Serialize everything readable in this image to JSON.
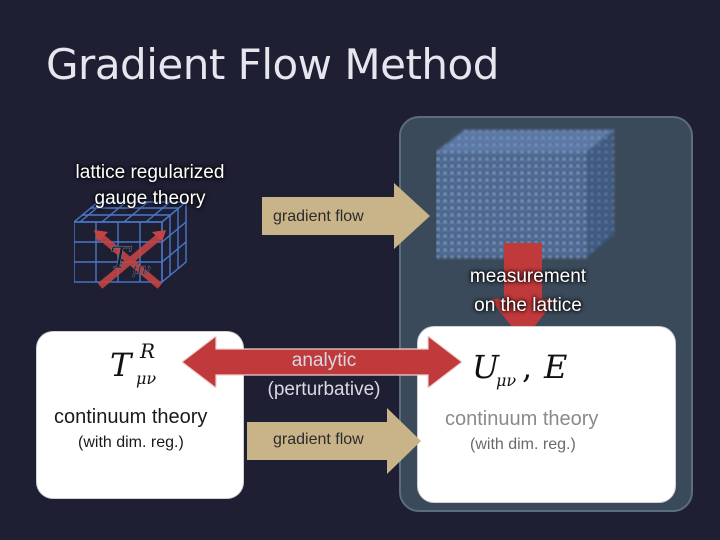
{
  "title": "Gradient Flow Method",
  "lattice_label": [
    "lattice regularized",
    "gauge theory"
  ],
  "measurement_label": [
    "measurement",
    "on the lattice"
  ],
  "gradient_flow_top": "gradient  flow",
  "gradient_flow_bottom": "gradient  flow",
  "analytic_label": [
    "analytic",
    "(perturbative)"
  ],
  "left_box": {
    "main": "continuum theory",
    "sub": "(with dim. reg.)"
  },
  "right_box": {
    "main": "continuum theory",
    "sub": "(with dim. reg.)"
  },
  "colors": {
    "background": "#1f1f33",
    "panel": "#3a4a5a",
    "arrow_tan": "#c9b48a",
    "arrow_red": "#c0393b",
    "lattice_blue": "#4a78c8"
  }
}
